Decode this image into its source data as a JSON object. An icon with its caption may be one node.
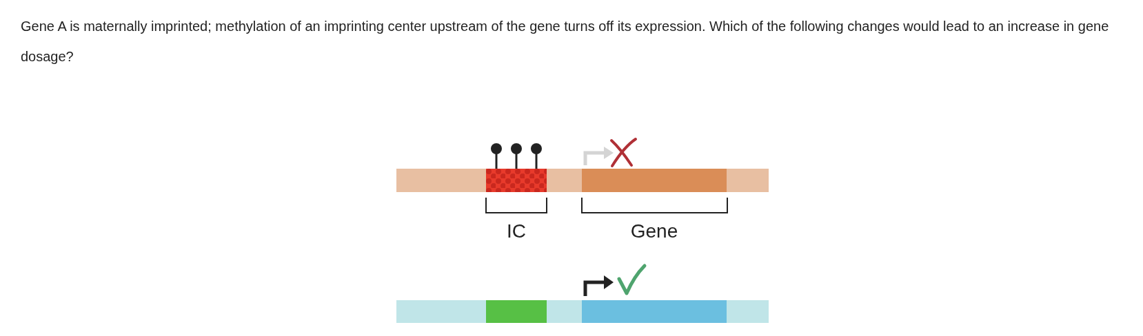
{
  "diagram": {
    "title": "Gene A is maternally imprinted; methylation of an imprinting center upstream of the gene turns off its expression. Which of the following changes would lead to an increase in gene dosage?",
    "labels": [
      "IC",
      "Gene"
    ]
  }
}
